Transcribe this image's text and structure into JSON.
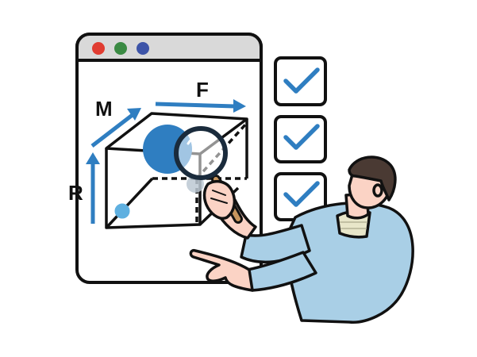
{
  "illustration": {
    "axis_labels": {
      "recency": "R",
      "monetary": "M",
      "frequency": "F"
    },
    "window_buttons": [
      "red-dot",
      "green-dot",
      "blue-dot"
    ],
    "checklist_count": 3,
    "icons": [
      "browser-window",
      "cube",
      "magnifying-glass",
      "check-icon",
      "person"
    ]
  },
  "colors": {
    "outline": "#111111",
    "titlebar": "#d9d9d9",
    "window_red": "#e03c31",
    "window_green": "#3a8a43",
    "window_blue": "#3d54a8",
    "accent_blue": "#2f7ec1",
    "light_blue": "#5fb0e0",
    "sleeve_blue": "#a9cfe6",
    "skin": "#fbd3c5",
    "hair": "#4a3a33",
    "handle": "#c7955d",
    "shirt_stripe": "#e8e6c9"
  }
}
